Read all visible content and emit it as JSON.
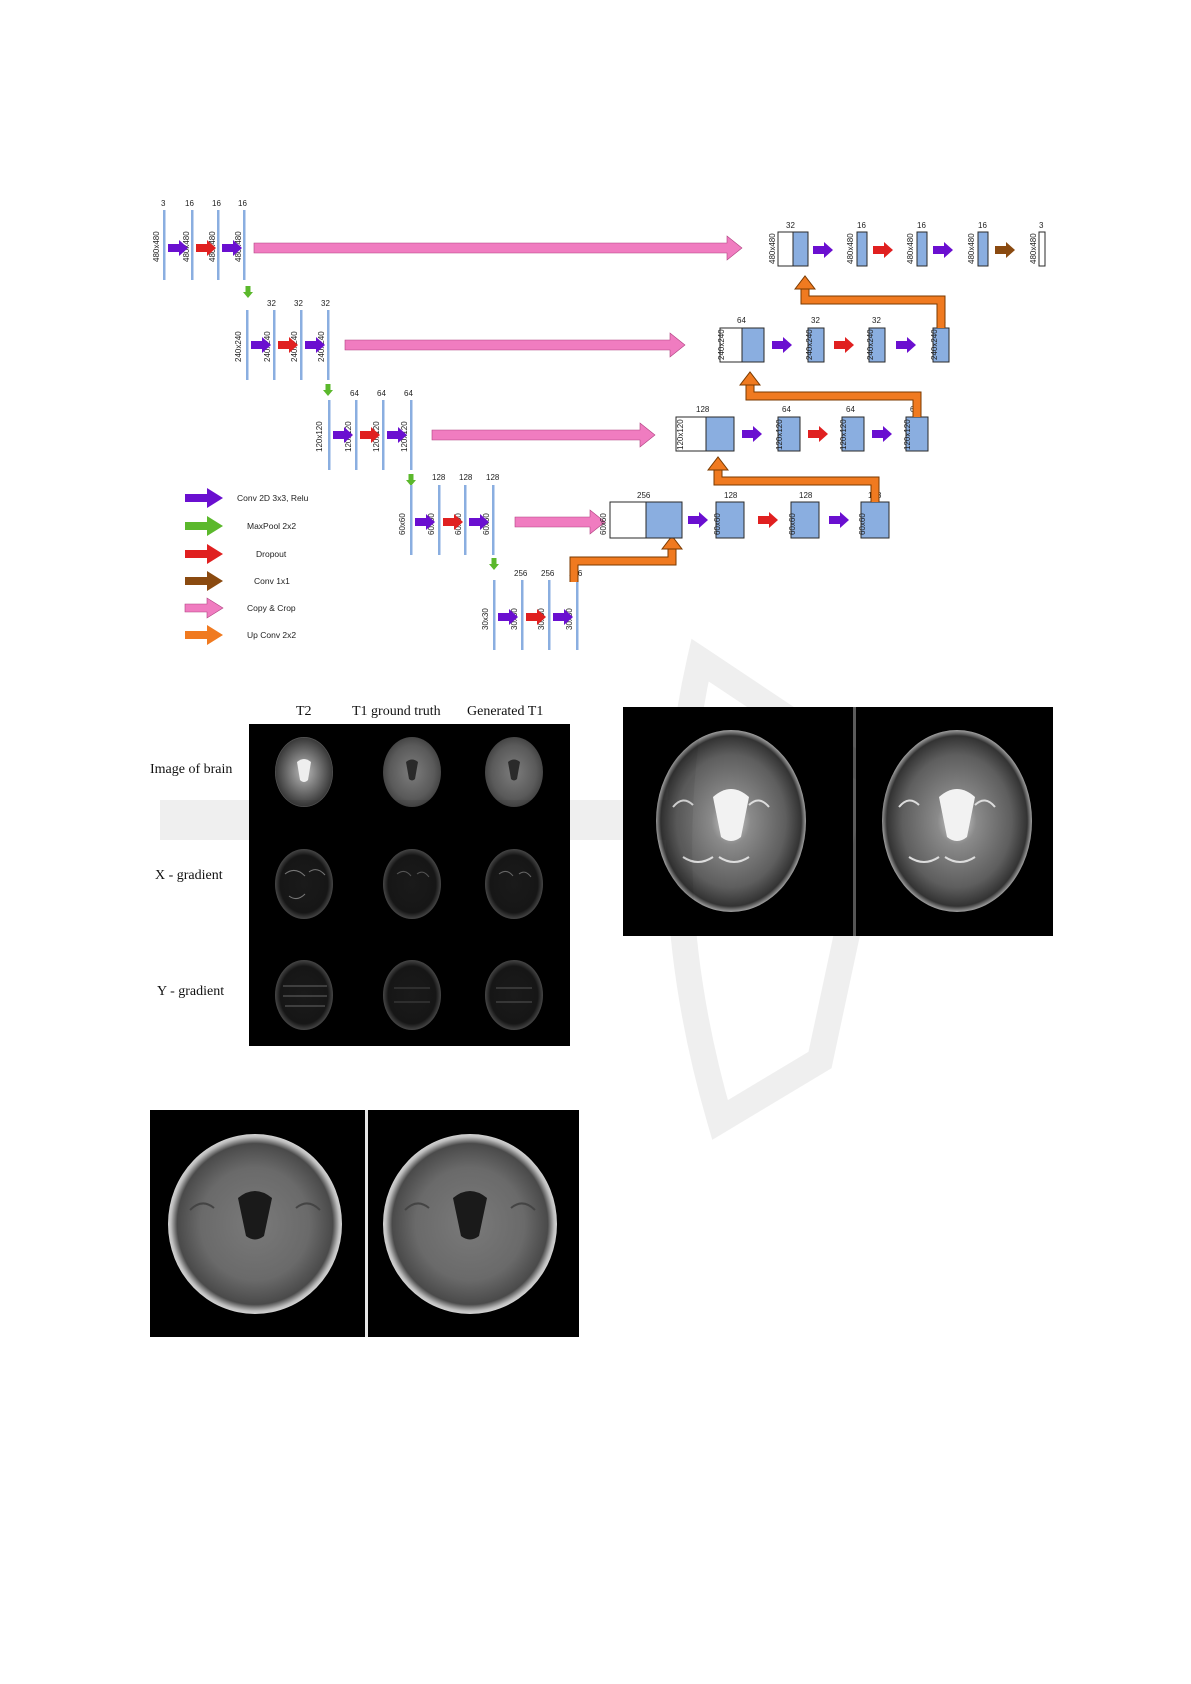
{
  "unet": {
    "top_channels": [
      "3",
      "16",
      "16",
      "16"
    ],
    "l1_channels": [
      "32",
      "32",
      "32"
    ],
    "l2_channels": [
      "64",
      "64",
      "64"
    ],
    "l3_channels": [
      "128",
      "128",
      "128"
    ],
    "l4_channels": [
      "256",
      "256",
      "256"
    ],
    "dims": {
      "d480": "480x480",
      "d240": "240x240",
      "d120": "120x120",
      "d60": "60x60",
      "d30": "30x30"
    },
    "dec3_channels": [
      "256",
      "128",
      "128",
      "128"
    ],
    "dec2_channels": [
      "128",
      "64",
      "64",
      "64"
    ],
    "dec1_channels": [
      "64",
      "32",
      "32",
      "32"
    ],
    "dec0_channels": [
      "32",
      "16",
      "16",
      "16",
      "3"
    ],
    "legend": [
      {
        "label": "Conv 2D 3x3, Relu",
        "color": "#6a0fd0"
      },
      {
        "label": "MaxPool 2x2",
        "color": "#5bb82c"
      },
      {
        "label": "Dropout",
        "color": "#e02020"
      },
      {
        "label": "Conv 1x1",
        "color": "#8a4a10"
      },
      {
        "label": "Copy & Crop",
        "color": "#f07cc0"
      },
      {
        "label": "Up Conv 2x2",
        "color": "#f07a20"
      }
    ],
    "colors": {
      "block": "#8aaee0",
      "block_edge": "#2a2a2a",
      "thin_bar": "#8aaee0"
    }
  },
  "grid_figure": {
    "col_headers": [
      "T2",
      "T1 ground truth",
      "Generated T1"
    ],
    "row_labels": [
      "Image of brain",
      "X - gradient",
      "Y - gradient"
    ]
  }
}
